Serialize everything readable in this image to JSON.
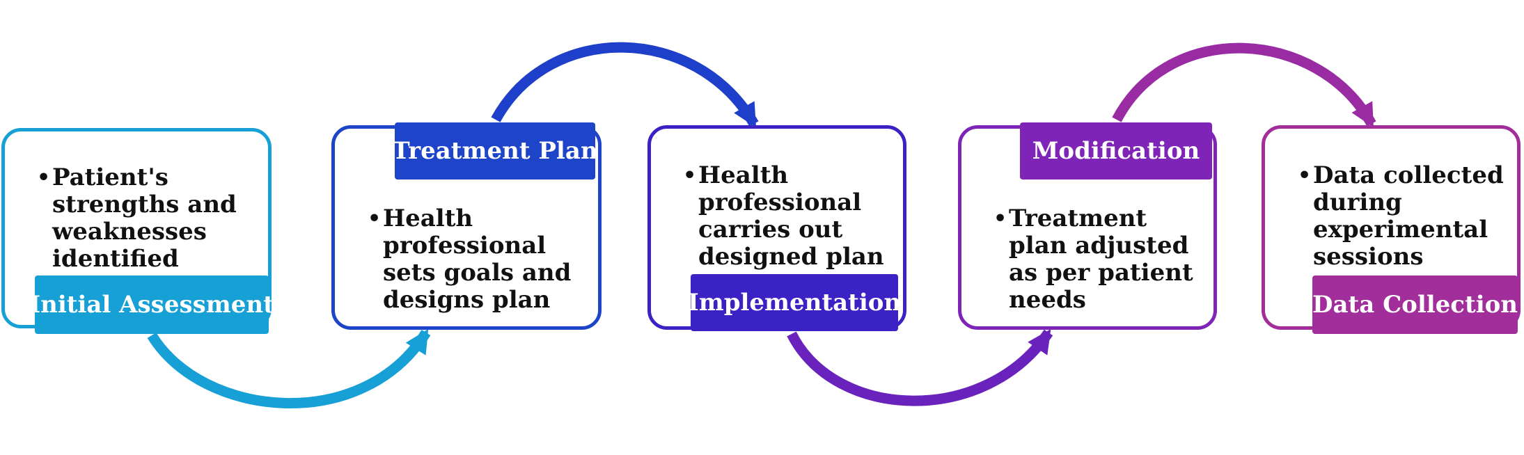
{
  "colors": {
    "step1": "#17a0d6",
    "step2": "#1d44c9",
    "step3": "#3b22c4",
    "step4": "#7e24b7",
    "step5": "#a12e9a"
  },
  "steps": [
    {
      "label": "Initial Assessment",
      "lines": [
        "Patient's",
        "strengths and",
        "weaknesses",
        "identified"
      ]
    },
    {
      "label": "Treatment Plan",
      "lines": [
        "Health",
        "professional",
        "sets goals and",
        "designs plan"
      ]
    },
    {
      "label": "Implementation",
      "lines": [
        "Health",
        "professional",
        "carries out",
        "designed plan"
      ]
    },
    {
      "label": "Modification",
      "lines": [
        "Treatment",
        "plan adjusted",
        "as per patient",
        "needs"
      ]
    },
    {
      "label": "Data Collection",
      "lines": [
        "Data collected",
        "during",
        "experimental",
        "sessions"
      ]
    }
  ]
}
